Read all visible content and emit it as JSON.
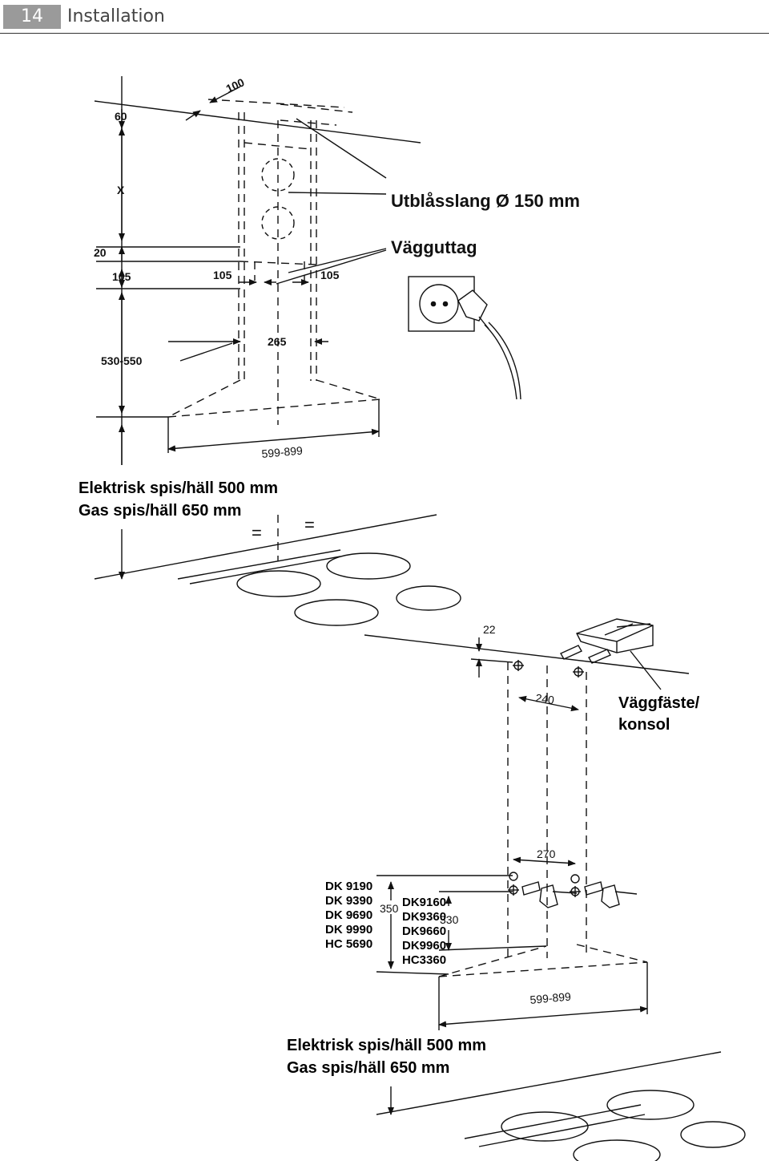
{
  "header": {
    "page_number": "14",
    "section": "Installation"
  },
  "top_figure": {
    "dims": {
      "d100": "100",
      "d60": "60",
      "dx": "X",
      "d20": "20",
      "d105_left": "105",
      "d105_mid": "105",
      "d105_right": "105",
      "d265": "265",
      "d530_550": "530-550",
      "d599_899": "599-899"
    },
    "labels": {
      "exhaust": "Utblåsslang Ø 150 mm",
      "socket": "Vägguttag",
      "cooktop_line1": "Elektrisk spis/häll 500 mm",
      "cooktop_line2": "Gas spis/häll 650 mm",
      "equal_left": "=",
      "equal_right": "="
    }
  },
  "bottom_figure": {
    "dims": {
      "d22": "22",
      "d240": "240",
      "d270": "270",
      "d350": "350",
      "d330": "330",
      "d599_899": "599-899"
    },
    "labels": {
      "bracket_line1": "Väggfäste/",
      "bracket_line2": "konsol",
      "cooktop_line1": "Elektrisk spis/häll 500 mm",
      "cooktop_line2": "Gas spis/häll 650 mm"
    },
    "models_350": [
      "DK 9190",
      "DK 9390",
      "DK 9690",
      "DK 9990",
      "HC 5690"
    ],
    "models_330": [
      "DK9160",
      "DK9360",
      "DK9660",
      "DK9960",
      "HC3360"
    ]
  }
}
